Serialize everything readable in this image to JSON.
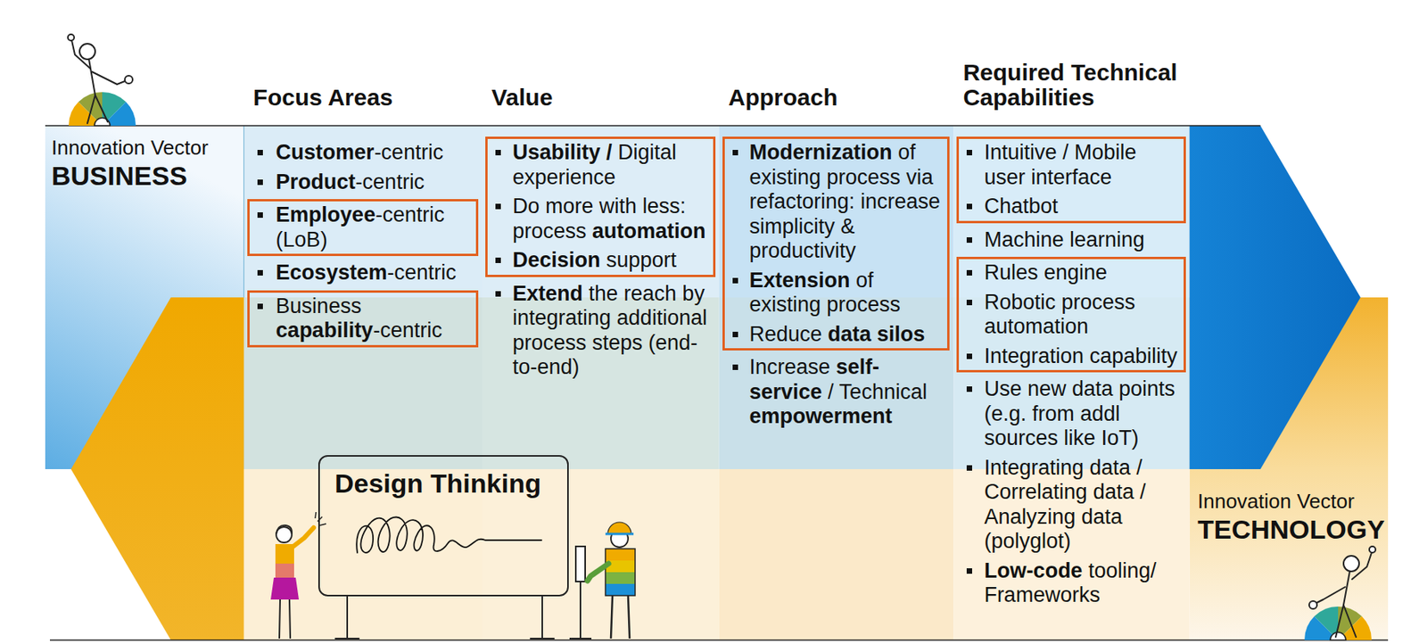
{
  "diagram": {
    "nodes": [
      {
        "text": [
          "Innovation Vector",
          "BUSINESS"
        ]
      },
      {
        "text": [
          "Focus Areas",
          "Customer-centric",
          "Product-centric",
          "Ecosystem-centric"
        ]
      },
      {
        "text": [
          "Employee-centric (LoB)"
        ],
        "in": 1
      },
      {
        "text": [
          "Business capability-centric"
        ],
        "in": 1
      },
      {
        "text": [
          "Value",
          "Extend the reach by integrating additional process steps (end-to-end)"
        ]
      },
      {
        "text": [
          "Usability / Digital experience",
          "Do more with less: process automation",
          "Decision support"
        ],
        "in": 4
      },
      {
        "text": [
          "Approach",
          "Increase self-service / Technical empowerment"
        ]
      },
      {
        "text": [
          "Modernization of existing process via refactoring: increase simplicity & productivity",
          "Extension of existing process",
          "Reduce data silos"
        ],
        "in": 6
      },
      {
        "text": [
          "Required Technical Capabilities",
          "Machine learning",
          "Use new data points (e.g. from addl sources like IoT)",
          "Integrating data / Correlating data / Analyzing data (polyglot)",
          "Low-code tooling/ Frameworks"
        ]
      },
      {
        "text": [
          "Intuitive / Mobile user interface",
          "Chatbot"
        ],
        "in": 8
      },
      {
        "text": [
          "Rules engine",
          "Robotic process automation",
          "Integration capability"
        ],
        "in": 8
      },
      {
        "text": [
          "Design Thinking"
        ]
      },
      {
        "text": [
          "Innovation Vector",
          "TECHNOLOGY"
        ]
      }
    ]
  }
}
